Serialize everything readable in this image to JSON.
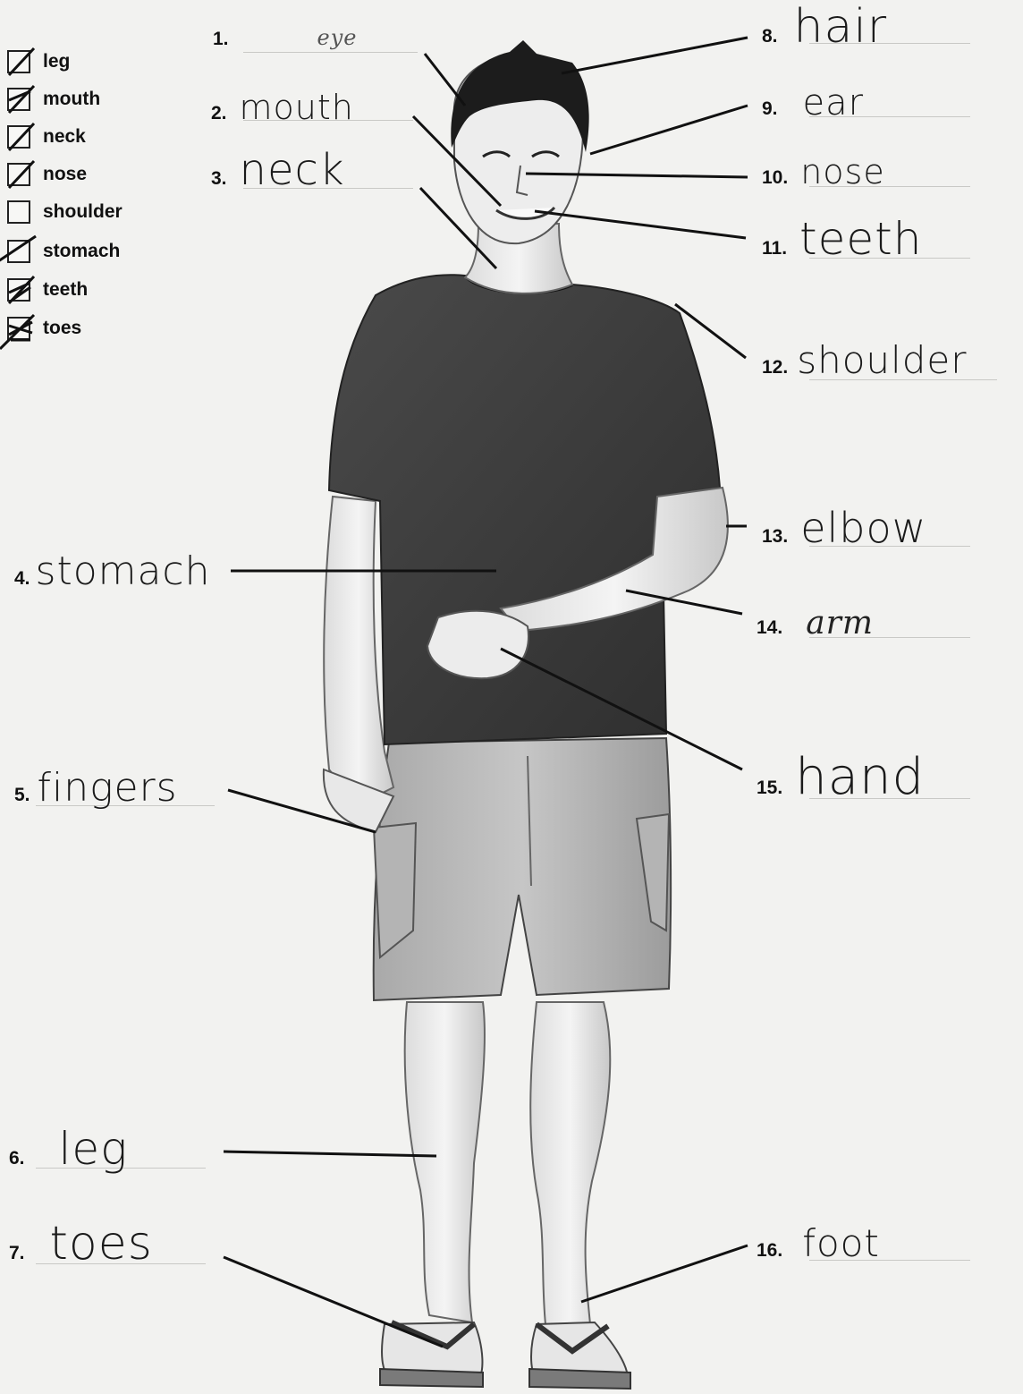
{
  "word_bank": [
    {
      "word": "leg",
      "checked": true
    },
    {
      "word": "mouth",
      "checked": true
    },
    {
      "word": "neck",
      "checked": true
    },
    {
      "word": "nose",
      "checked": true
    },
    {
      "word": "shoulder",
      "checked": false
    },
    {
      "word": "stomach",
      "checked": true
    },
    {
      "word": "teeth",
      "checked": true
    },
    {
      "word": "toes",
      "checked": true
    }
  ],
  "labels": [
    {
      "number": "1.",
      "answer": "eye"
    },
    {
      "number": "2.",
      "answer": "mouth"
    },
    {
      "number": "3.",
      "answer": "neck"
    },
    {
      "number": "4.",
      "answer": "stomach"
    },
    {
      "number": "5.",
      "answer": "fingers"
    },
    {
      "number": "6.",
      "answer": "leg"
    },
    {
      "number": "7.",
      "answer": "toes"
    },
    {
      "number": "8.",
      "answer": "hair"
    },
    {
      "number": "9.",
      "answer": "ear"
    },
    {
      "number": "10.",
      "answer": "nose"
    },
    {
      "number": "11.",
      "answer": "teeth"
    },
    {
      "number": "12.",
      "answer": "shoulder"
    },
    {
      "number": "13.",
      "answer": "elbow"
    },
    {
      "number": "14.",
      "answer": "arm"
    },
    {
      "number": "15.",
      "answer": "hand"
    },
    {
      "number": "16.",
      "answer": "foot"
    }
  ]
}
